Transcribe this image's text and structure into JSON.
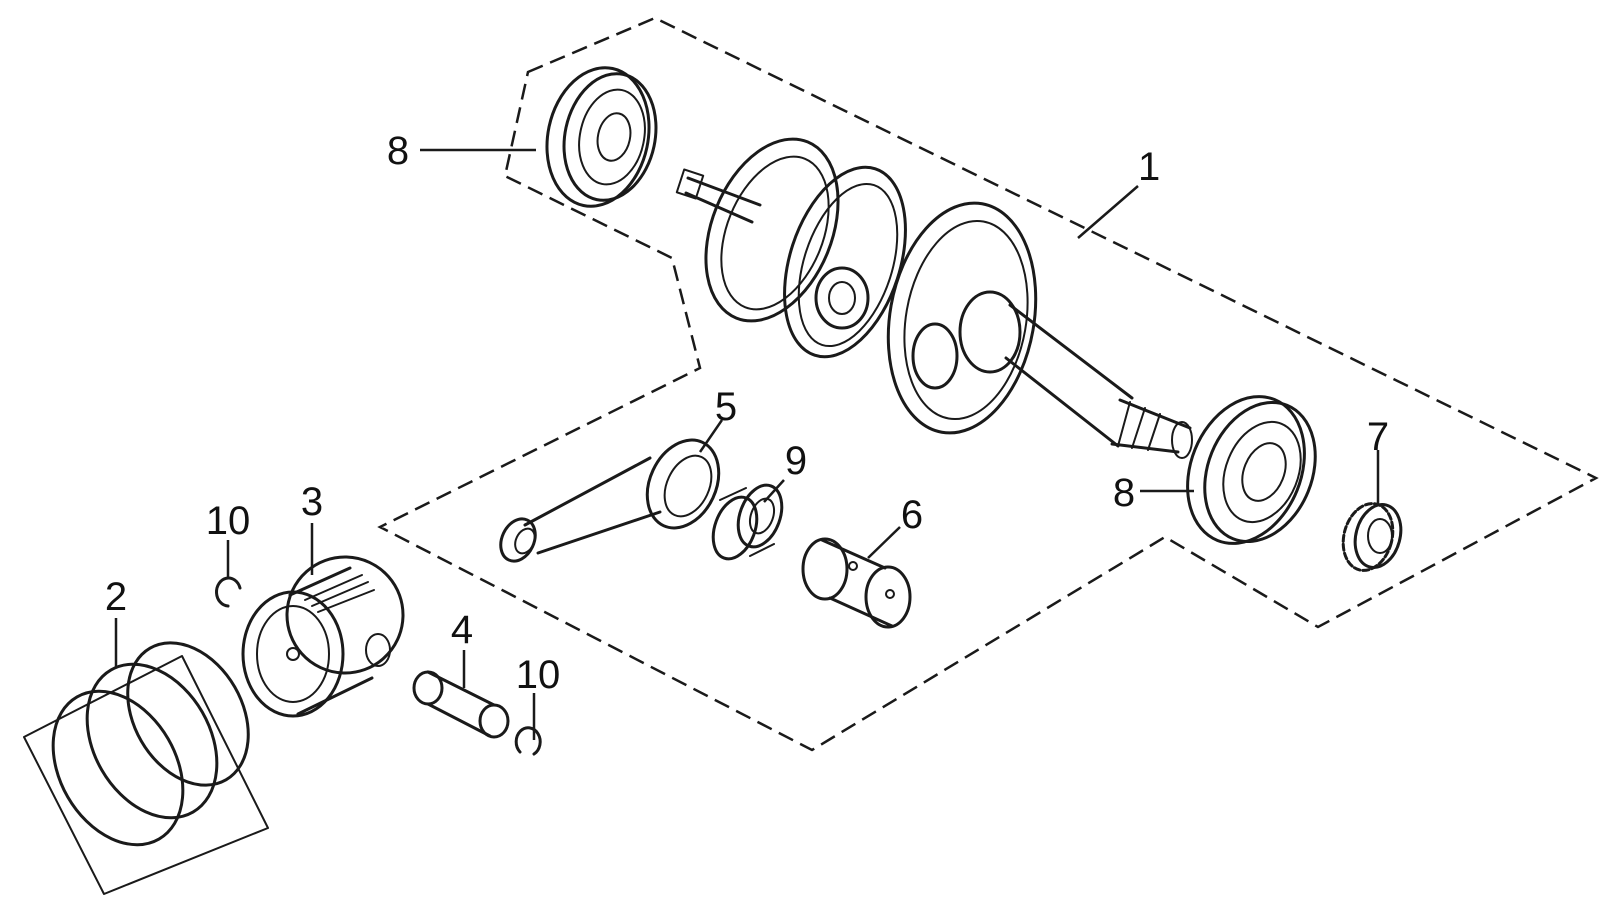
{
  "callouts": {
    "c1": "1",
    "c2": "2",
    "c3": "3",
    "c4": "4",
    "c5": "5",
    "c6": "6",
    "c7": "7",
    "c8_top": "8",
    "c8_right": "8",
    "c9": "9",
    "c10_upper": "10",
    "c10_lower": "10"
  },
  "parts": [
    "crankshaft",
    "piston-ring-set",
    "piston",
    "piston-pin",
    "connecting-rod",
    "crank-pin",
    "drive-sprocket",
    "ball-bearing",
    "needle-bearing",
    "piston-pin-clip"
  ]
}
